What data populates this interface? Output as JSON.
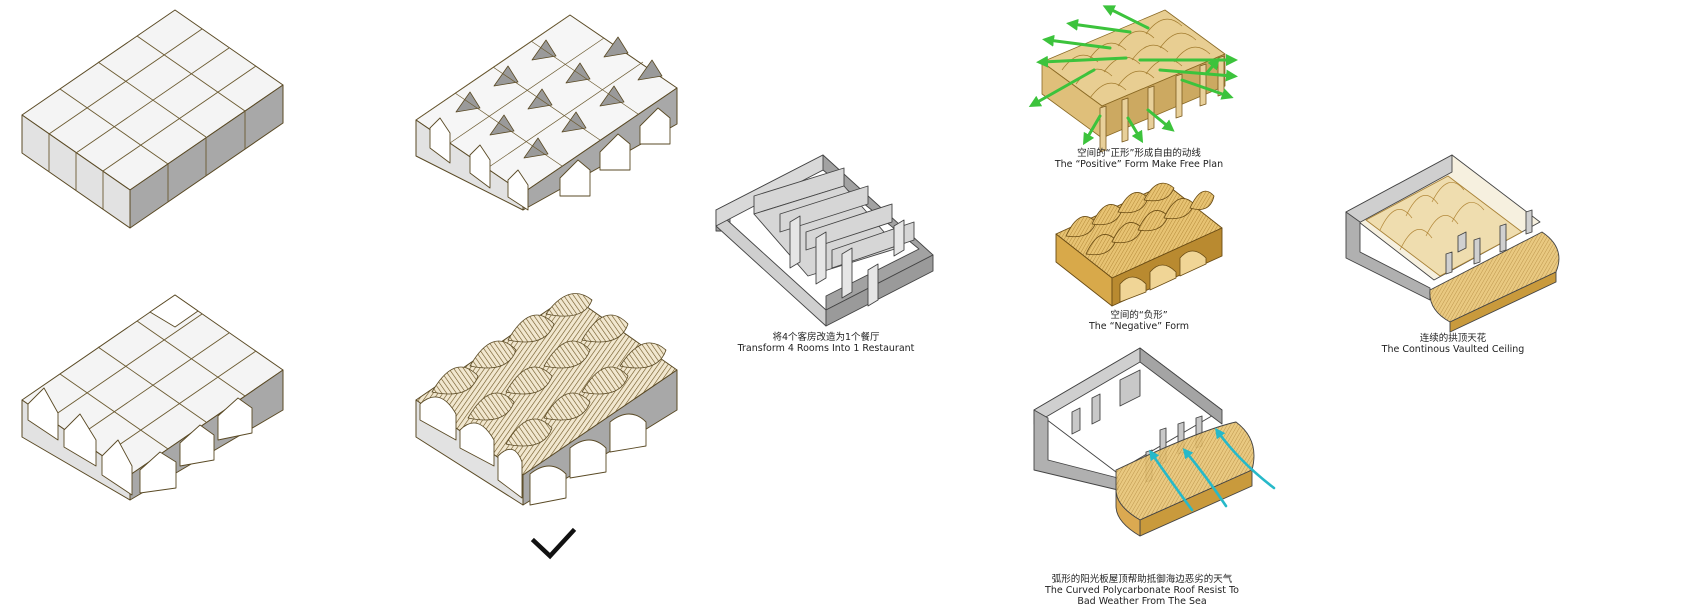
{
  "captions": {
    "restaurant": {
      "zh": "将4个客房改造为1个餐厅",
      "en": "Transform 4 Rooms Into 1 Restaurant"
    },
    "positive": {
      "zh": "空间的“正形”形成自由的动线",
      "en": "The “Positive” Form Make Free Plan"
    },
    "negative": {
      "zh": "空间的“负形”",
      "en": "The “Negative” Form"
    },
    "ceiling": {
      "zh": "连续的拱顶天花",
      "en": "The Continous Vaulted Ceiling"
    },
    "roof": {
      "zh": "弧形的阳光板屋顶帮助抵御海边恶劣的天气",
      "en1": "The Curved Polycarbonate Roof Resist To",
      "en2": "Bad Weather From The Sea"
    }
  },
  "colors": {
    "wall_face": "#e5e5e5",
    "wall_side": "#a9a9a9",
    "outline": "#5a4a25",
    "gold": "#e2be6e",
    "gold_dark": "#b88d3a",
    "arrow_green": "#3cc33c",
    "arrow_teal": "#27b9c9"
  },
  "icons": {
    "selection_mark": "checkmark-icon"
  }
}
